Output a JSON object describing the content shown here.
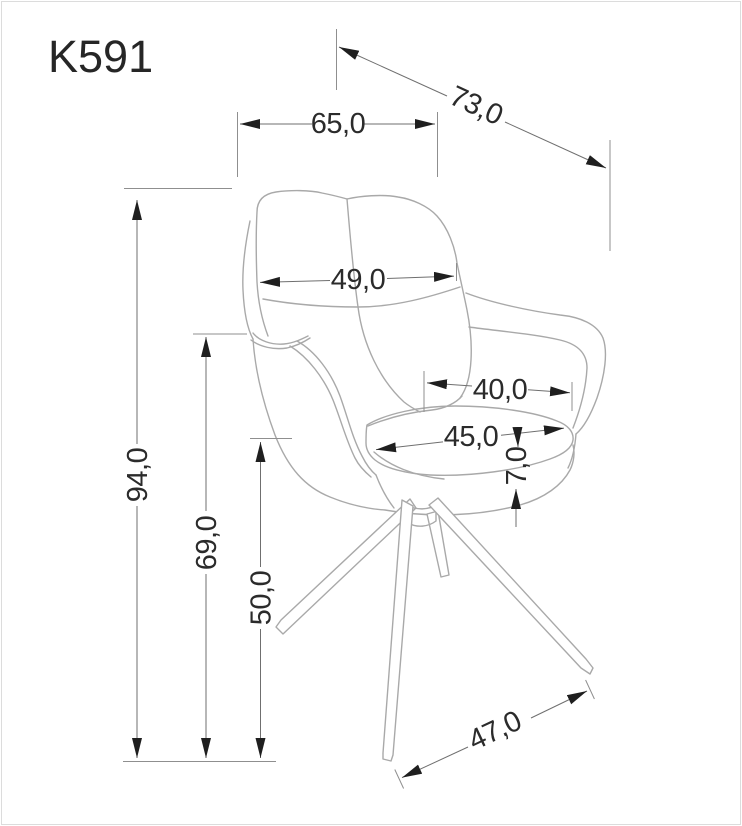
{
  "title": "K591",
  "dimensions": {
    "overall_width": "65,0",
    "overall_depth": "73,0",
    "backrest_width": "49,0",
    "seat_depth": "40,0",
    "seat_width": "45,0",
    "seat_thickness": "7,0",
    "overall_height": "94,0",
    "armrest_height": "69,0",
    "seat_height": "50,0",
    "base_depth": "47,0"
  }
}
